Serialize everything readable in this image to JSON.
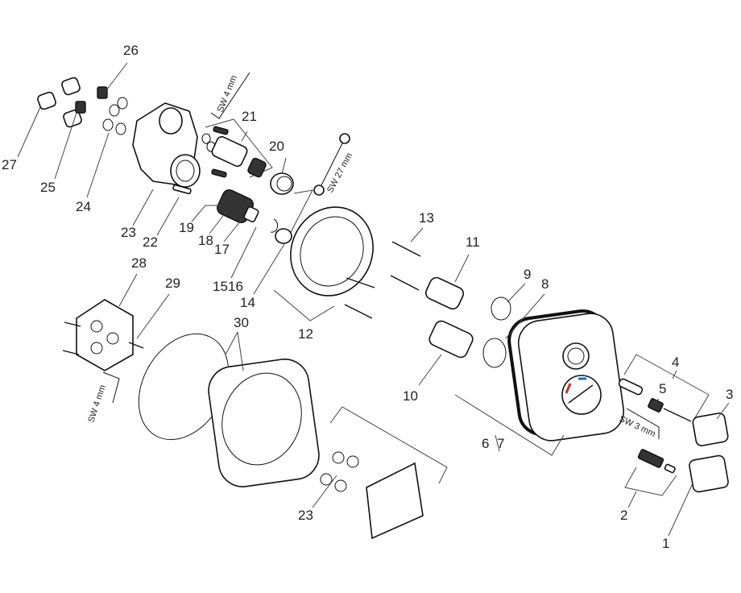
{
  "diagram": {
    "callouts": [
      "1",
      "2",
      "3",
      "4",
      "5",
      "6",
      "7",
      "8",
      "9",
      "10",
      "11",
      "12",
      "13",
      "14",
      "15",
      "16",
      "17",
      "18",
      "19",
      "20",
      "21",
      "22",
      "23",
      "24",
      "25",
      "26",
      "27",
      "28",
      "29",
      "30",
      "23"
    ],
    "tools": {
      "hex_key_upper": "SW 4 mm",
      "wrench": "SW 27 mm",
      "hex_key_small": "SW 3 mm",
      "hex_key_lower": "SW 4 mm"
    },
    "colors": {
      "hot": "#d62828",
      "cold": "#1f6fb5",
      "line": "#111111"
    }
  }
}
